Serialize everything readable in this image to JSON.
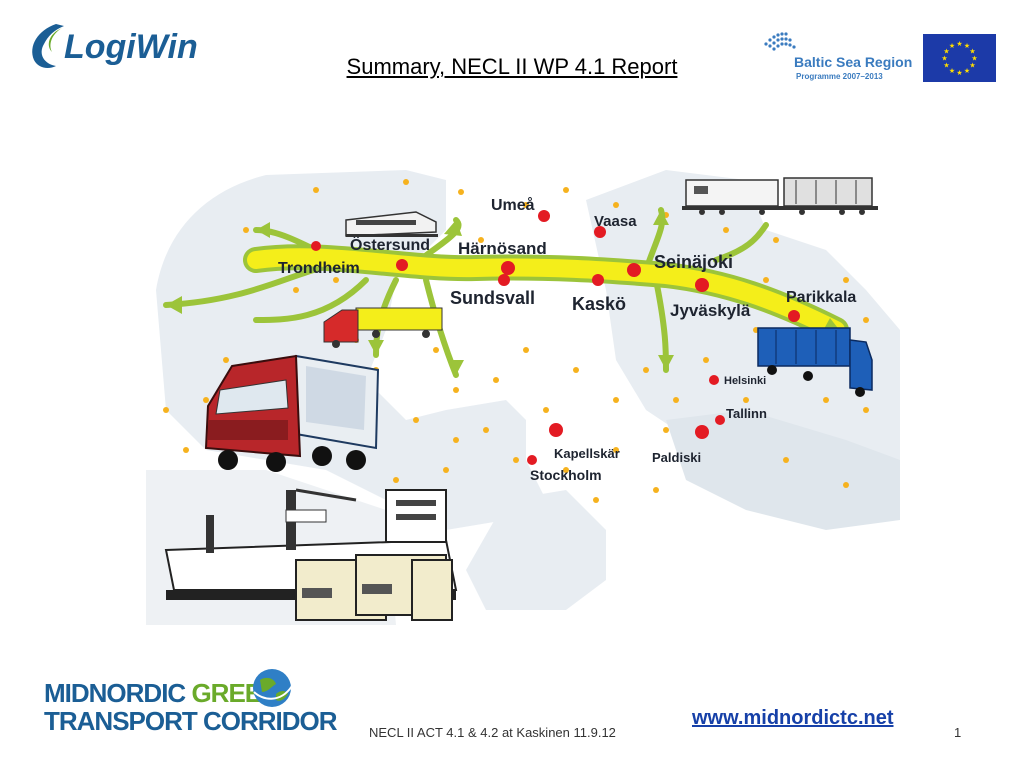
{
  "header": {
    "logo_left": "LogiWin",
    "title": "Summary, NECL II WP 4.1 Report",
    "bsr_title": "Baltic Sea Region",
    "bsr_subtitle": "Programme 2007–2013"
  },
  "map": {
    "cities": {
      "umea": "Umeå",
      "vaasa": "Vaasa",
      "ostersund": "Östersund",
      "harnosand": "Härnösand",
      "seinajoki": "Seinäjoki",
      "trondheim": "Trondheim",
      "sundsvall": "Sundsvall",
      "kasko": "Kaskö",
      "jyvaskyla": "Jyväskylä",
      "parikkala": "Parikkala",
      "helsinki": "Helsinki",
      "tallinn": "Tallinn",
      "kapellskar": "Kapellskär",
      "stockholm": "Stockholm",
      "paldiski": "Paldiski"
    }
  },
  "footer": {
    "logo_line1_a": "MIDNORDIC ",
    "logo_line1_b": "GREEN",
    "logo_line2": "TRANSPORT CORRIDOR",
    "event_text": "NECL II ACT 4.1 & 4.2 at Kaskinen 11.9.12",
    "website": "www.midnordictc.net",
    "page_number": "1"
  },
  "colors": {
    "corridor_yellow": "#f4ee1a",
    "corridor_green": "#9cc43a",
    "city_red": "#e31b23",
    "dot_orange": "#f6b21e",
    "logiwin_blue": "#1b5e95"
  }
}
